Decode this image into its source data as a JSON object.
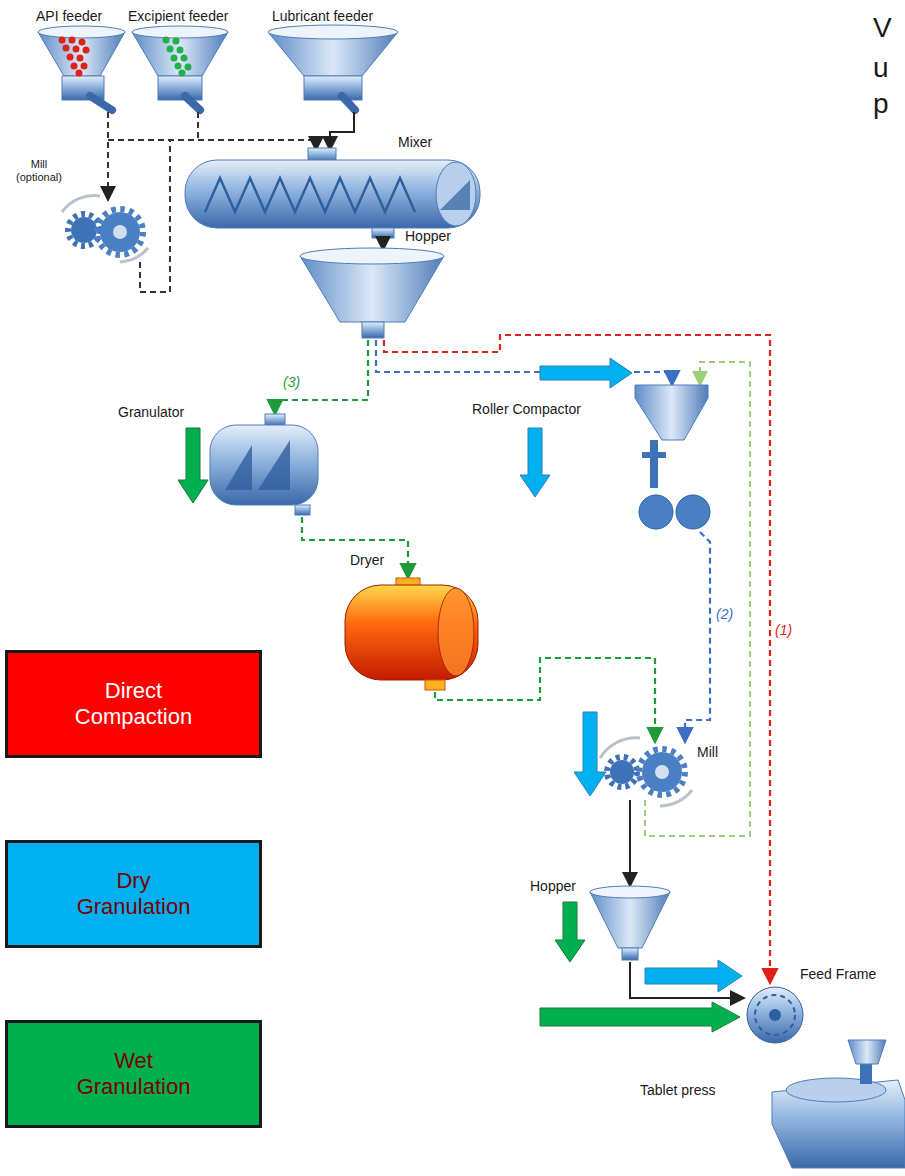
{
  "diagram": {
    "nodes": [
      {
        "text": [
          "Direct Compaction"
        ]
      },
      {
        "text": [
          "Dry Granulation"
        ]
      },
      {
        "text": [
          "Wet Granulation"
        ]
      }
    ],
    "labels": [
      "API feeder",
      "Excipient feeder",
      "Lubricant feeder",
      "V",
      "u",
      "p",
      "Mill (optional)",
      "Mixer",
      "Hopper",
      "(3)",
      "Granulator",
      "Roller Compactor",
      "(2)",
      "(1)",
      "Dryer",
      "Mill",
      "Hopper",
      "Feed Frame",
      "Tablet press"
    ]
  }
}
